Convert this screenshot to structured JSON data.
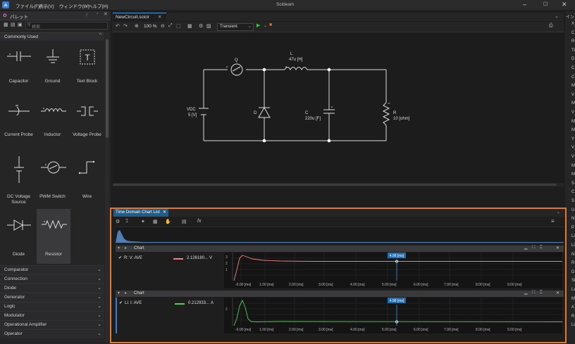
{
  "app": {
    "title": "Scideam",
    "menu": [
      "ファイル(F)",
      "表示(V)",
      "ウィンドウ(W)",
      "ヘルプ(H)"
    ]
  },
  "palette": {
    "title": "パレット",
    "search_placeholder": "検索",
    "section": "Commonly Used",
    "items": [
      {
        "label": "Capacitor",
        "icon": "capacitor-icon"
      },
      {
        "label": "Ground",
        "icon": "ground-icon"
      },
      {
        "label": "Text Block",
        "icon": "text-block-icon"
      },
      {
        "label": "Current Probe",
        "icon": "current-probe-icon"
      },
      {
        "label": "Inductor",
        "icon": "inductor-icon"
      },
      {
        "label": "Voltage Probe",
        "icon": "voltage-probe-icon"
      },
      {
        "label": "DC Voltage Source",
        "icon": "dc-voltage-source-icon"
      },
      {
        "label": "PWM Switch",
        "icon": "pwm-switch-icon"
      },
      {
        "label": "Wire",
        "icon": "wire-icon"
      },
      {
        "label": "Diode",
        "icon": "diode-icon"
      },
      {
        "label": "Resistor",
        "icon": "resistor-icon"
      }
    ],
    "text_block_glyph": "T",
    "categories": [
      "Comparator",
      "Connection",
      "Diode",
      "Generator",
      "Logic",
      "Modulator",
      "Operational Amplifier",
      "Operator"
    ]
  },
  "editor": {
    "tab": "NewCircuit.scicir",
    "zoom": "100 %",
    "analysis": "Transient",
    "circuit": {
      "vdc_name": "VDC",
      "vdc_value": "5 [V]",
      "switch_name": "Q",
      "inductor_name": "L",
      "inductor_value": "47u [H]",
      "diode_name": "D",
      "cap_name": "C",
      "cap_value": "220u [F]",
      "res_name": "R",
      "res_value": "10 [ohm]"
    }
  },
  "inspector": {
    "title": "イン",
    "rows": [
      "X",
      "C",
      "R",
      "Ti",
      "D",
      "C",
      "C",
      "M",
      "V",
      "M",
      "V",
      "M",
      "M",
      "Y",
      "V",
      "V",
      "M",
      "M",
      "S",
      "C",
      "S",
      "U",
      "N",
      "P",
      "Li",
      "Li",
      "N",
      "R",
      "D",
      "St",
      "Li",
      "M",
      "A",
      "R",
      "Li"
    ]
  },
  "chart_panel": {
    "tab": "Time Domain Chart List",
    "charts": [
      {
        "header": "Chart",
        "series_name": "R: V: AVE",
        "value": "2.126180...",
        "unit": "V",
        "color": "#f08080",
        "cursor": "4.98 [ms]",
        "y_ticks": [
          "3",
          "2",
          "1"
        ],
        "x_ticks": [
          "-0.00 [ms]",
          "1.00 [ms]",
          "2.00 [ms]",
          "3.00 [ms]",
          "4.00 [ms]",
          "5.00 [ms]",
          "6.00 [ms]",
          "7.00 [ms]",
          "8.00 [ms]",
          "9.00 [ms]"
        ]
      },
      {
        "header": "Chart",
        "series_name": "Li: I: AVE",
        "value": "0.212933...",
        "unit": "A",
        "color": "#4fd14f",
        "cursor": "4.98 [ms]",
        "y_ticks": [
          "2"
        ],
        "x_ticks": [
          "-0.00 [ms]",
          "1.00 [ms]",
          "2.00 [ms]",
          "3.00 [ms]",
          "4.00 [ms]",
          "5.00 [ms]",
          "6.00 [ms]",
          "7.00 [ms]",
          "8.00 [ms]",
          "9.00 [ms]"
        ]
      }
    ]
  }
}
